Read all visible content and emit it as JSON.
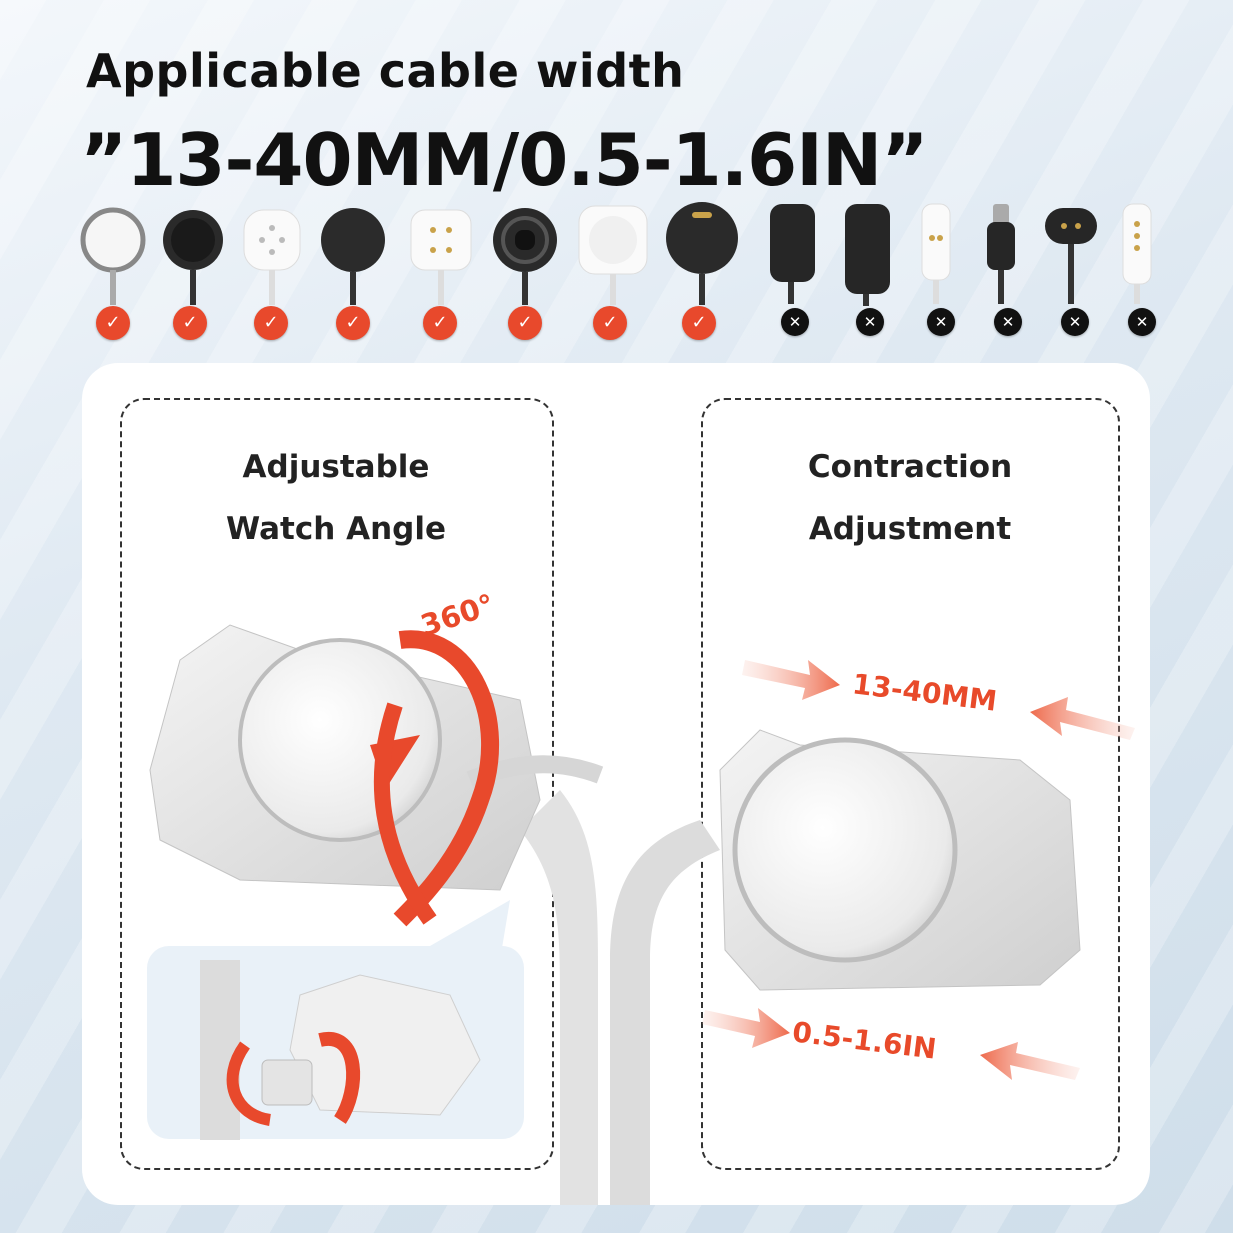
{
  "header": {
    "title": "Applicable cable width",
    "spec": "”13-40MM/0.5-1.6IN”"
  },
  "chargers": [
    {
      "icon": "silver-puck-charger-icon",
      "compatible": true
    },
    {
      "icon": "black-clip-charger-icon",
      "compatible": true
    },
    {
      "icon": "white-pin-charger-icon",
      "compatible": true
    },
    {
      "icon": "black-round-charger-icon",
      "compatible": true
    },
    {
      "icon": "white-square-pin-charger-icon",
      "compatible": true
    },
    {
      "icon": "black-ring-charger-icon",
      "compatible": true
    },
    {
      "icon": "white-square-charger-icon",
      "compatible": true
    },
    {
      "icon": "black-large-round-charger-icon",
      "compatible": true
    },
    {
      "icon": "black-rect-charger-icon",
      "compatible": false
    },
    {
      "icon": "black-tall-rect-charger-icon",
      "compatible": false
    },
    {
      "icon": "white-pin-clip-icon",
      "compatible": false
    },
    {
      "icon": "usb-c-plug-icon",
      "compatible": false
    },
    {
      "icon": "black-magnetic-clip-icon",
      "compatible": false
    },
    {
      "icon": "white-pogo-pin-icon",
      "compatible": false
    }
  ],
  "left_panel": {
    "title_line1": "Adjustable",
    "title_line2": "Watch Angle",
    "rotation_label": "360°"
  },
  "right_panel": {
    "title_line1": "Contraction",
    "title_line2": "Adjustment",
    "mm_label": "13-40MM",
    "in_label": "0.5-1.6IN"
  },
  "colors": {
    "accent": "#e8492c",
    "dark": "#111111"
  }
}
